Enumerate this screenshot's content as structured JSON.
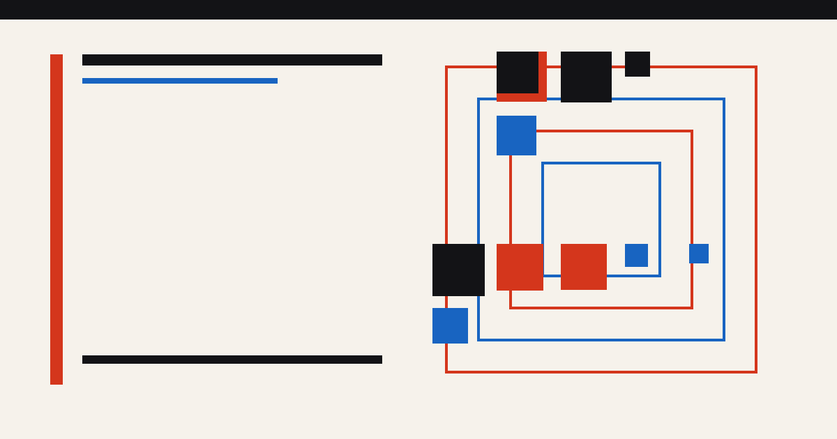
{
  "colors": {
    "background": "#f6f2eb",
    "ink": "#131316",
    "red": "#d4361c",
    "blue": "#1864c1"
  },
  "shapes": {
    "top_strip": "ink",
    "accent_bar": "red",
    "title_bar": "ink",
    "subtitle_bar": "blue",
    "footer_bar": "ink",
    "frames": [
      "red",
      "blue",
      "red",
      "blue"
    ],
    "blocks": {
      "red_tab_top": "red",
      "block_a": "ink",
      "block_b": "ink",
      "block_c": "ink",
      "block_d": "blue",
      "block_e": "ink",
      "block_f": "red",
      "block_g": "red",
      "block_h": "blue",
      "block_i": "blue",
      "block_j": "blue"
    }
  }
}
